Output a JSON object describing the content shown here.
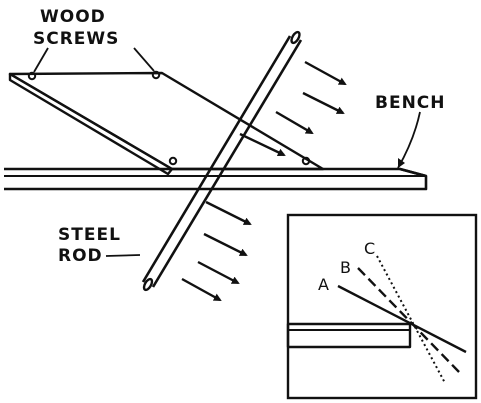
{
  "labels": {
    "wood": "WOOD",
    "screws": "SCREWS",
    "bench": "BENCH",
    "steel": "STEEL",
    "rod": "ROD",
    "inset_a": "A",
    "inset_b": "B",
    "inset_c": "C"
  },
  "colors": {
    "ink": "#111111",
    "paper": "#ffffff"
  }
}
